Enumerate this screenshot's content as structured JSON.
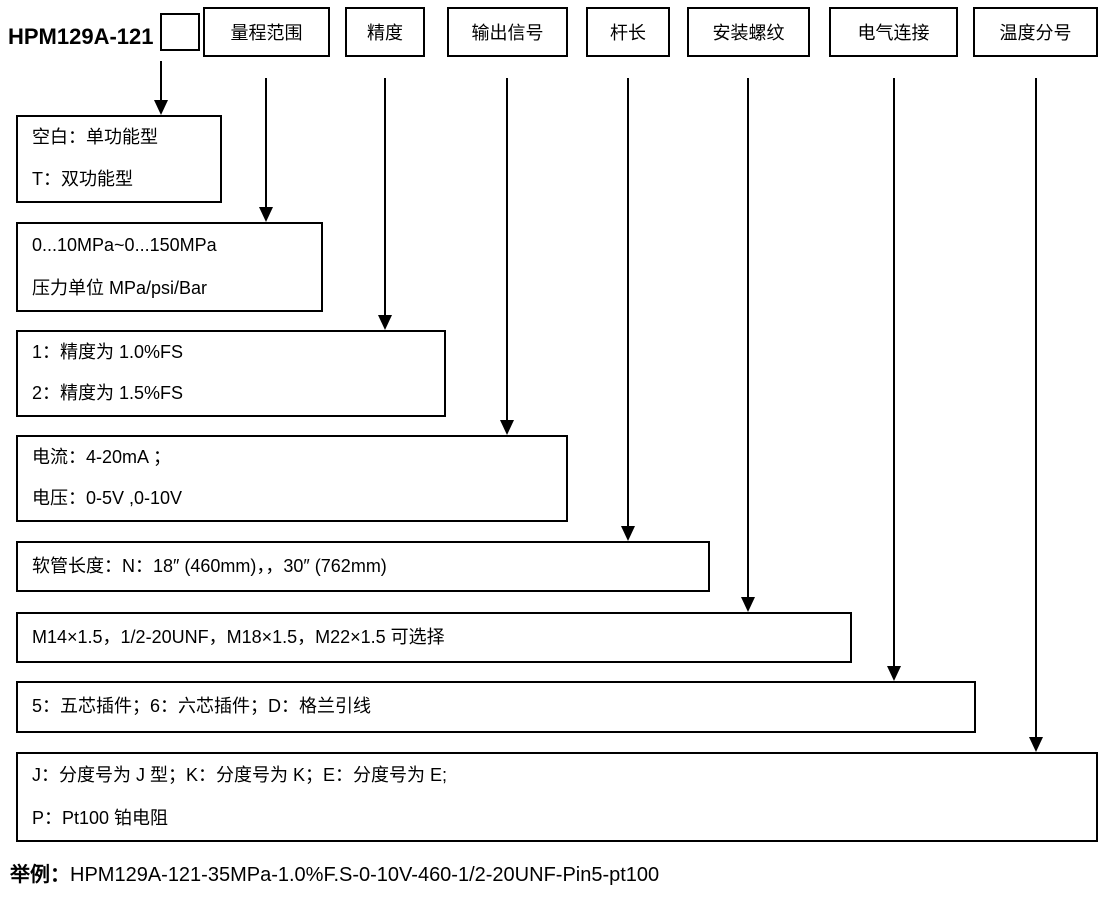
{
  "model": {
    "prefix": "HPM129A-121"
  },
  "top_row": {
    "blank_box": "",
    "items": [
      {
        "label": "量程范围"
      },
      {
        "label": "精度"
      },
      {
        "label": "输出信号"
      },
      {
        "label": "杆长"
      },
      {
        "label": "安装螺纹"
      },
      {
        "label": "电气连接"
      },
      {
        "label": "温度分号"
      }
    ]
  },
  "desc_boxes": [
    {
      "lines": [
        "空白：单功能型",
        "T：双功能型"
      ]
    },
    {
      "lines": [
        "0...10MPa~0...150MPa",
        "压力单位 MPa/psi/Bar"
      ]
    },
    {
      "lines": [
        "1：精度为 1.0%FS",
        "2：精度为 1.5%FS"
      ]
    },
    {
      "lines": [
        "电流：4-20mA ；",
        "电压：0-5V ,0-10V"
      ]
    },
    {
      "lines": [
        "软管长度：N：18″ (460mm)，，30″ (762mm)"
      ]
    },
    {
      "lines": [
        "M14×1.5，1/2-20UNF，M18×1.5，M22×1.5 可选择"
      ]
    },
    {
      "lines": [
        "5：五芯插件；6：六芯插件；D：格兰引线"
      ]
    },
    {
      "lines": [
        "J：分度号为 J 型；K：分度号为 K；E：分度号为 E;",
        "P：Pt100 铂电阻"
      ]
    }
  ],
  "example": {
    "label": "举例",
    "colon": "：",
    "code": "HPM129A-121-35MPa-1.0%F.S-0-10V-460-1/2-20UNF-Pin5-pt100"
  },
  "colors": {
    "ink": "#000000",
    "background": "#ffffff"
  }
}
